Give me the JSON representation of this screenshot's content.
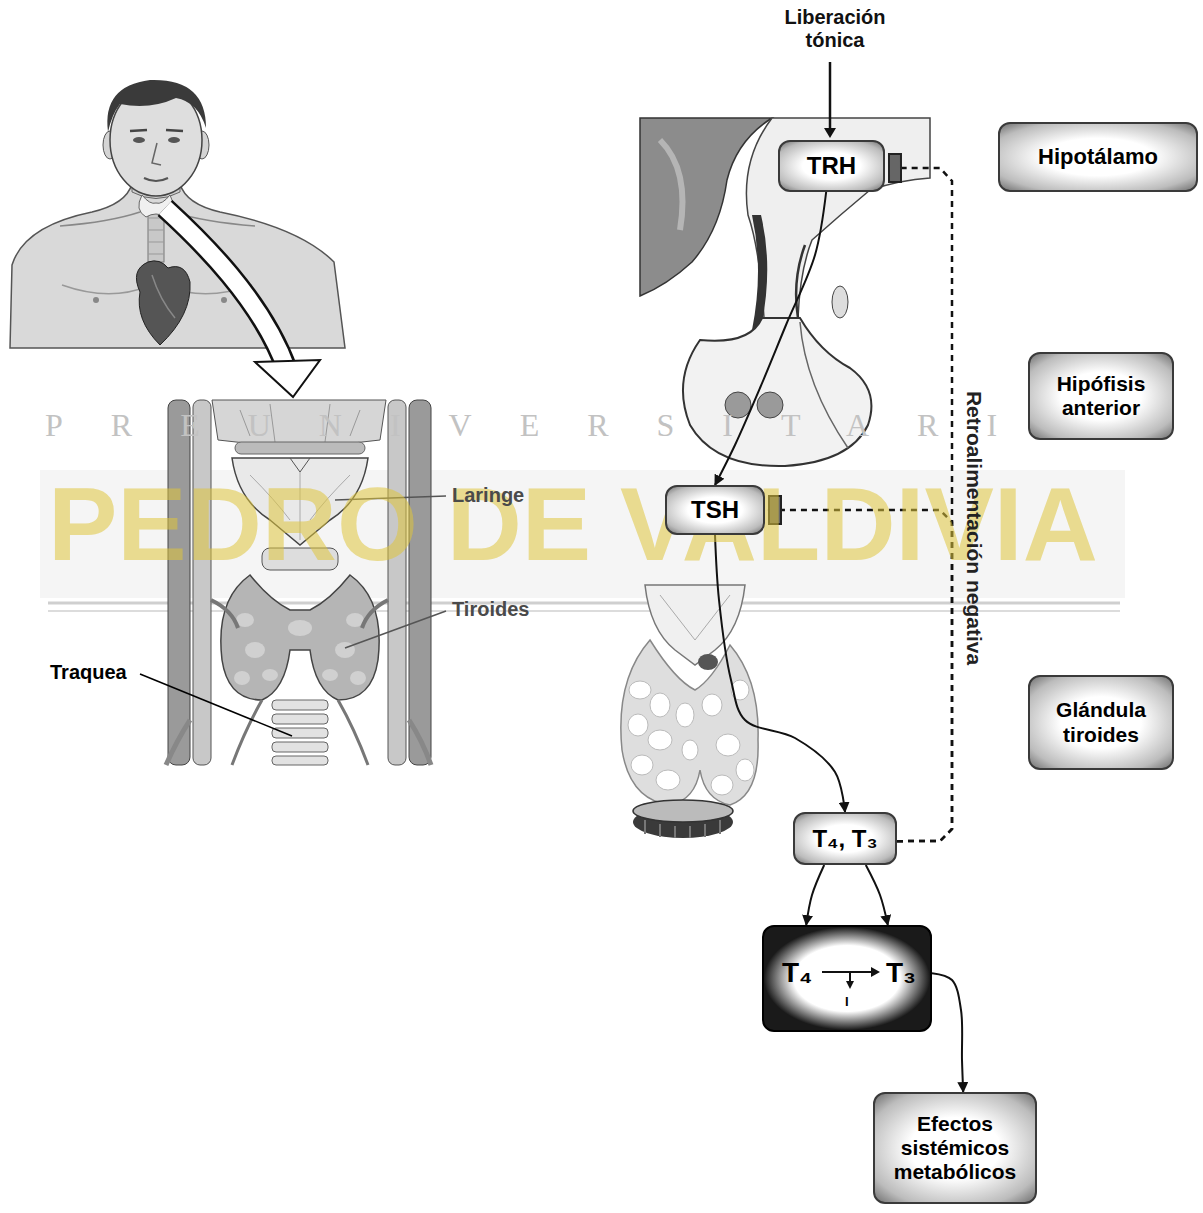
{
  "diagram": {
    "nodes": [
      {
        "text": [
          "TRH"
        ]
      },
      {
        "text": [
          "Hipotálamo"
        ]
      },
      {
        "text": [
          "Hipófisis anterior"
        ]
      },
      {
        "text": [
          "TSH"
        ]
      },
      {
        "text": [
          "Glándula tiroides"
        ]
      },
      {
        "text": [
          "T₄, T₃"
        ]
      },
      {
        "text": [
          "T₄",
          "T₃",
          "I"
        ]
      },
      {
        "text": [
          "Efectos sistémicos metabólicos"
        ]
      }
    ],
    "edges": [
      {
        "from": 0,
        "to": 3,
        "arrow": "to"
      },
      {
        "from": 3,
        "to": 5,
        "arrow": "to"
      },
      {
        "from": 5,
        "to": 6,
        "arrow": "to"
      },
      {
        "from": 5,
        "to": 6,
        "arrow": "to"
      },
      {
        "from": 6,
        "to": 7,
        "arrow": "to"
      },
      {
        "from": 5,
        "to": 0,
        "arrow": "to"
      },
      {
        "from": 5,
        "to": 3,
        "arrow": "to"
      }
    ],
    "labels": [
      "Liberación tónica",
      "Laringe",
      "Tiroides",
      "Traquea",
      "Retroalimentación negativa",
      "PREUNIVERSITARIO",
      "PEDRO DE VALDIVIA"
    ]
  }
}
